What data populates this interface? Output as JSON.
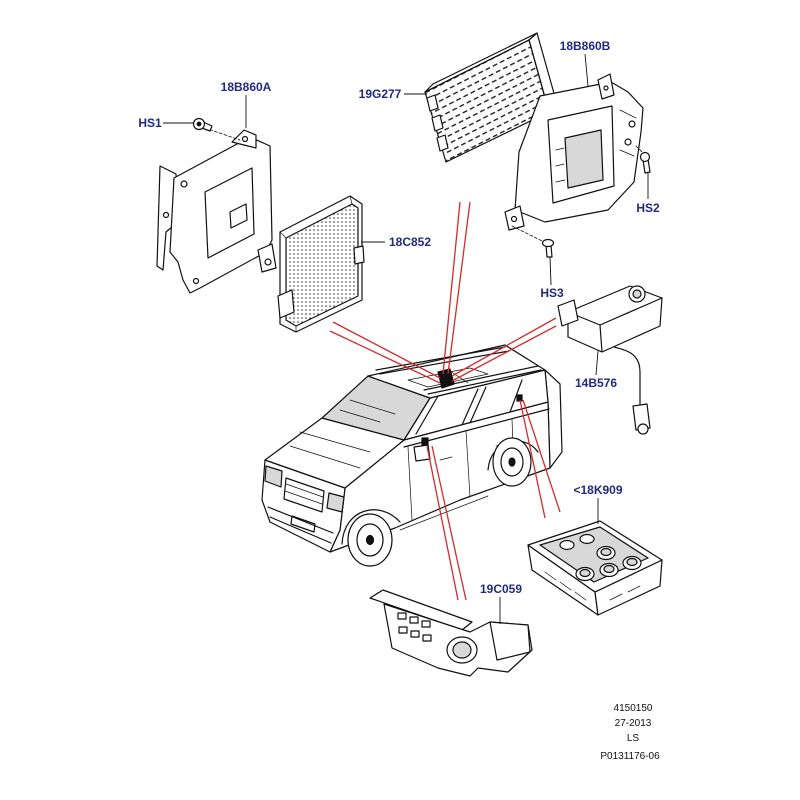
{
  "callouts": [
    "18B860A",
    "HS1",
    "19G277",
    "18B860B",
    "18C852",
    "HS2",
    "HS3",
    "14B576",
    "<18K909",
    "19C059"
  ],
  "reference": [
    "4150150",
    "27-2013",
    "LS",
    "P0131176-06"
  ],
  "colors": {
    "callout_text": "#1f2a80",
    "locator_lines": "#d42b2b",
    "outline": "#111111",
    "background": "#ffffff"
  }
}
